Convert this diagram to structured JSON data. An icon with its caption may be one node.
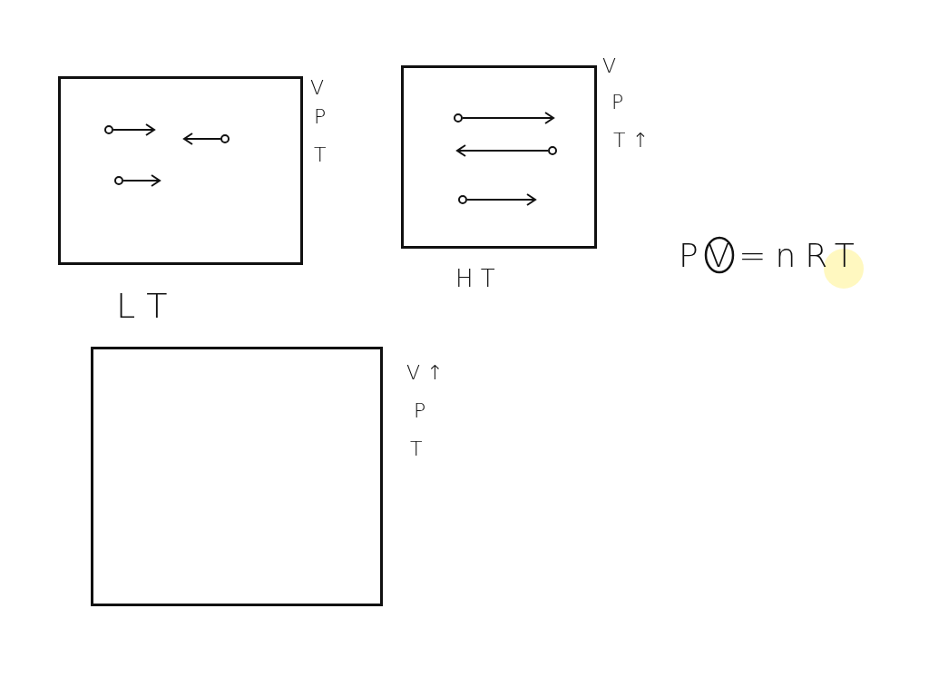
{
  "diagram": {
    "nodes": [
      {
        "text": [],
        "shape": "box",
        "beside": [
          "V",
          "P",
          "T",
          "L T"
        ]
      },
      {
        "text": [],
        "shape": "box",
        "beside": [
          "V",
          "P",
          "T ↑",
          "H T"
        ]
      },
      {
        "text": [],
        "shape": "box",
        "beside": [
          "V ↑",
          "P",
          "T"
        ]
      }
    ],
    "labels": [
      "PV=nRT"
    ]
  }
}
